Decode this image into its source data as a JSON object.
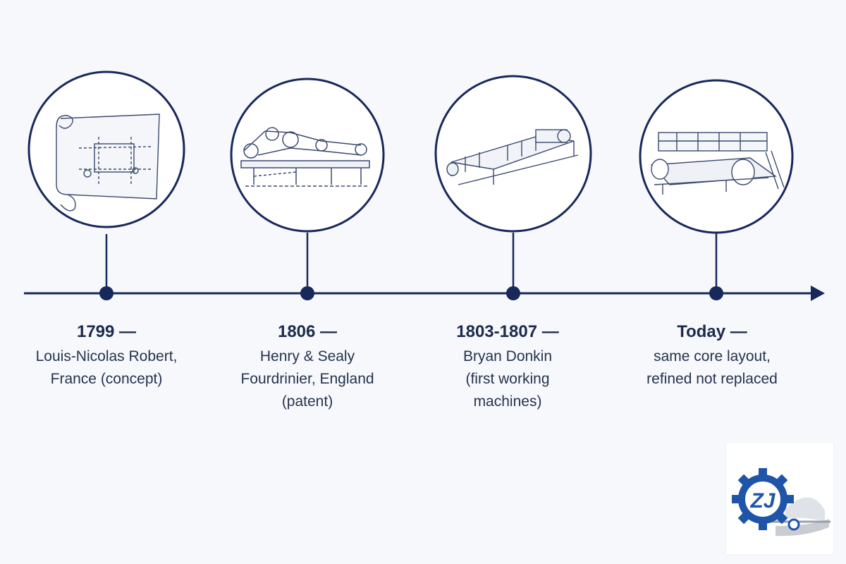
{
  "colors": {
    "line": "#17285a",
    "text": "#1c2b4d",
    "sketch": "#3a4a6e",
    "logo_blue": "#1f55a8",
    "logo_gray": "#9aa0a8"
  },
  "timeline": {
    "direction": "left-to-right",
    "milestones": [
      {
        "title": "1799 —",
        "desc": [
          "Louis-Nicolas Robert,",
          "France (concept)"
        ],
        "icon": "blueprint-scroll-icon"
      },
      {
        "title": "1806 —",
        "desc": [
          "Henry & Sealy",
          "Fourdrinier, England",
          "(patent)"
        ],
        "icon": "patent-machine-sketch-icon"
      },
      {
        "title": "1803-1807 —",
        "desc": [
          "Bryan Donkin",
          "(first working",
          "machines)"
        ],
        "icon": "early-paper-machine-icon"
      },
      {
        "title": "Today —",
        "desc": [
          "same core layout,",
          "refined not replaced"
        ],
        "icon": "modern-paper-machine-icon"
      }
    ]
  },
  "logo": {
    "text": "ZJ",
    "icon": "gear-logo-icon"
  }
}
